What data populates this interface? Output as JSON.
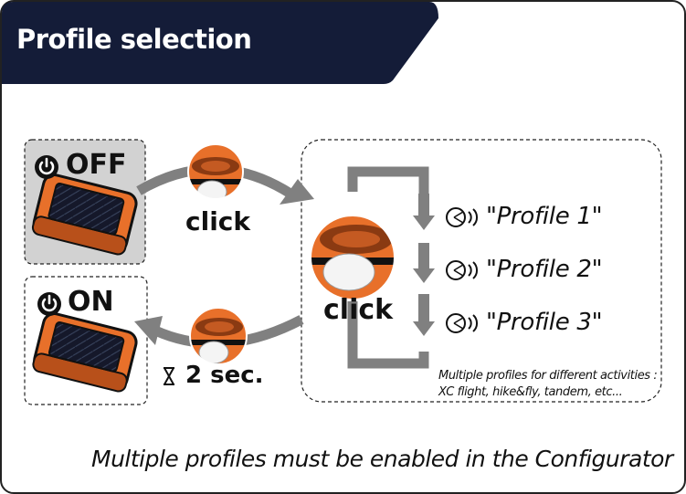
{
  "header": {
    "title": "Profile selection"
  },
  "off_state": {
    "label": "OFF",
    "icon": "power-icon"
  },
  "on_state": {
    "label": "ON",
    "icon": "power-icon"
  },
  "transitions": {
    "click_top": "click",
    "click_center": "click",
    "hold_duration": "2 sec.",
    "hold_icon": "hourglass-icon"
  },
  "profiles": [
    {
      "label": "\"Profile 1\"",
      "icon": "beep-icon"
    },
    {
      "label": "\"Profile 2\"",
      "icon": "beep-icon"
    },
    {
      "label": "\"Profile 3\"",
      "icon": "beep-icon"
    }
  ],
  "note": {
    "line1": "Multiple profiles for different activities :",
    "line2": "XC flight, hike&fly, tandem, etc..."
  },
  "footer": "Multiple profiles must be enabled in the Configurator",
  "colors": {
    "header_bg": "#141c38",
    "device_orange": "#e8702a",
    "arrow_gray": "#808080",
    "off_panel": "#d2d2d2"
  }
}
